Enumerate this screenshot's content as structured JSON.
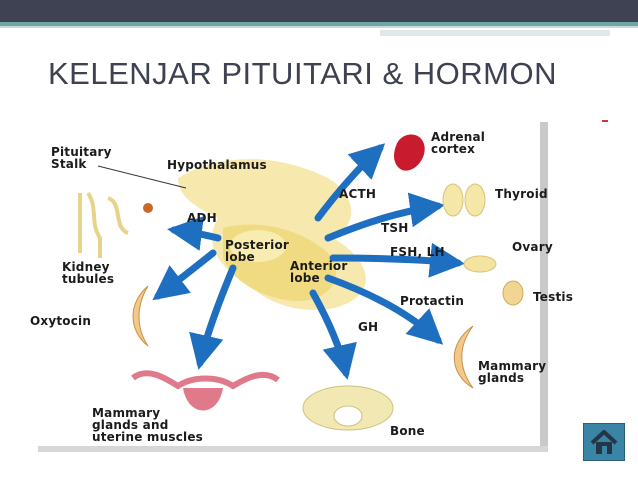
{
  "slide": {
    "title": "KELENJAR PITUITARI & HORMON"
  },
  "diagram": {
    "labels": {
      "pituitary_stalk": "Pituitary\nStalk",
      "hypothalamus": "Hypothalamus",
      "adh": "ADH",
      "posterior_lobe": "Posterior\nlobe",
      "anterior_lobe": "Anterior\nlobe",
      "kidney_tubules": "Kidney\ntubules",
      "oxytocin": "Oxytocin",
      "mammary_uterine": "Mammary\nglands and\nuterine muscles",
      "acth": "ACTH",
      "adrenal_cortex": "Adrenal\ncortex",
      "tsh": "TSH",
      "thyroid": "Thyroid",
      "fsh_lh": "FSH, LH",
      "ovary": "Ovary",
      "testis": "Testis",
      "protactin": "Protactin",
      "gh": "GH",
      "mammary_glands": "Mammary\nglands",
      "bone": "Bone"
    },
    "colors": {
      "gland": "#f6e7a4",
      "arrow": "#1f6fc1",
      "organ_pink": "#e07a8a",
      "organ_red": "#c81c2e",
      "bone": "#f1e8b4"
    }
  },
  "nav": {
    "home_icon": "home-icon"
  }
}
